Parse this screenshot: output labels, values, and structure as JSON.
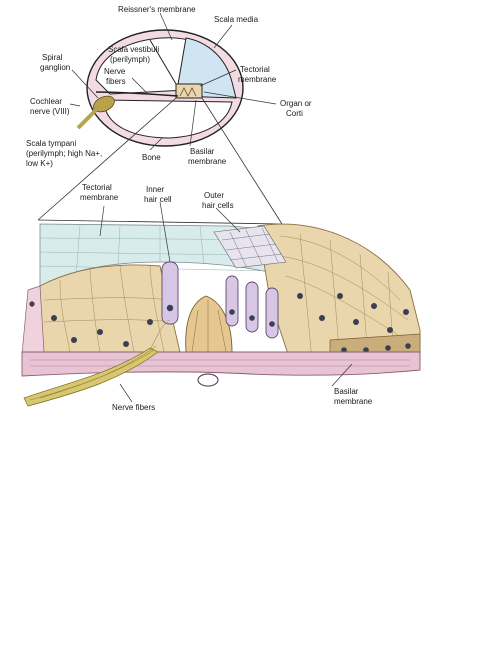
{
  "labels": {
    "reissners_membrane": "Reissner's membrane",
    "scala_media": "Scala media",
    "spiral_ganglion_1": "Spiral",
    "spiral_ganglion_2": "ganglion",
    "scala_vestibuli_1": "Scala vestibuli",
    "scala_vestibuli_2": "(perilymph)",
    "nerve_fibers_top_1": "Nerve",
    "nerve_fibers_top_2": "fibers",
    "tectorial_membrane_top_1": "Tectorial",
    "tectorial_membrane_top_2": "membrane",
    "organ_of_corti_1": "Organ or",
    "organ_of_corti_2": "Corti",
    "cochlear_nerve_1": "Cochlear",
    "cochlear_nerve_2": "nerve (VIII)",
    "scala_tympani_1": "Scala tympani",
    "scala_tympani_2": "(perilymph; high Na+,",
    "scala_tympani_3": "low K+)",
    "bone": "Bone",
    "basilar_membrane_top_1": "Basilar",
    "basilar_membrane_top_2": "membrane",
    "tectorial_membrane_detail_1": "Tectorial",
    "tectorial_membrane_detail_2": "membrane",
    "inner_hair_cell_1": "Inner",
    "inner_hair_cell_2": "hair cell",
    "outer_hair_cells_1": "Outer",
    "outer_hair_cells_2": "hair cells",
    "nerve_fibers_bottom": "Nerve fibers",
    "basilar_membrane_bottom_1": "Basilar",
    "basilar_membrane_bottom_2": "membrane"
  },
  "colors": {
    "background": "#ffffff",
    "scala_media_fill": "#cfe6f2",
    "duct_wall": "#e8c3cf",
    "ganglion": "#b8a24a",
    "tissue_tan": "#e9d6ad",
    "tissue_tan_dark": "#d8bd86",
    "tectorial": "#d9ecec",
    "hair_cell": "#d8c6e6",
    "basilar_pink": "#e7c3d3",
    "nerve_yellow": "#d6c770",
    "nucleus": "#3a3f52"
  }
}
